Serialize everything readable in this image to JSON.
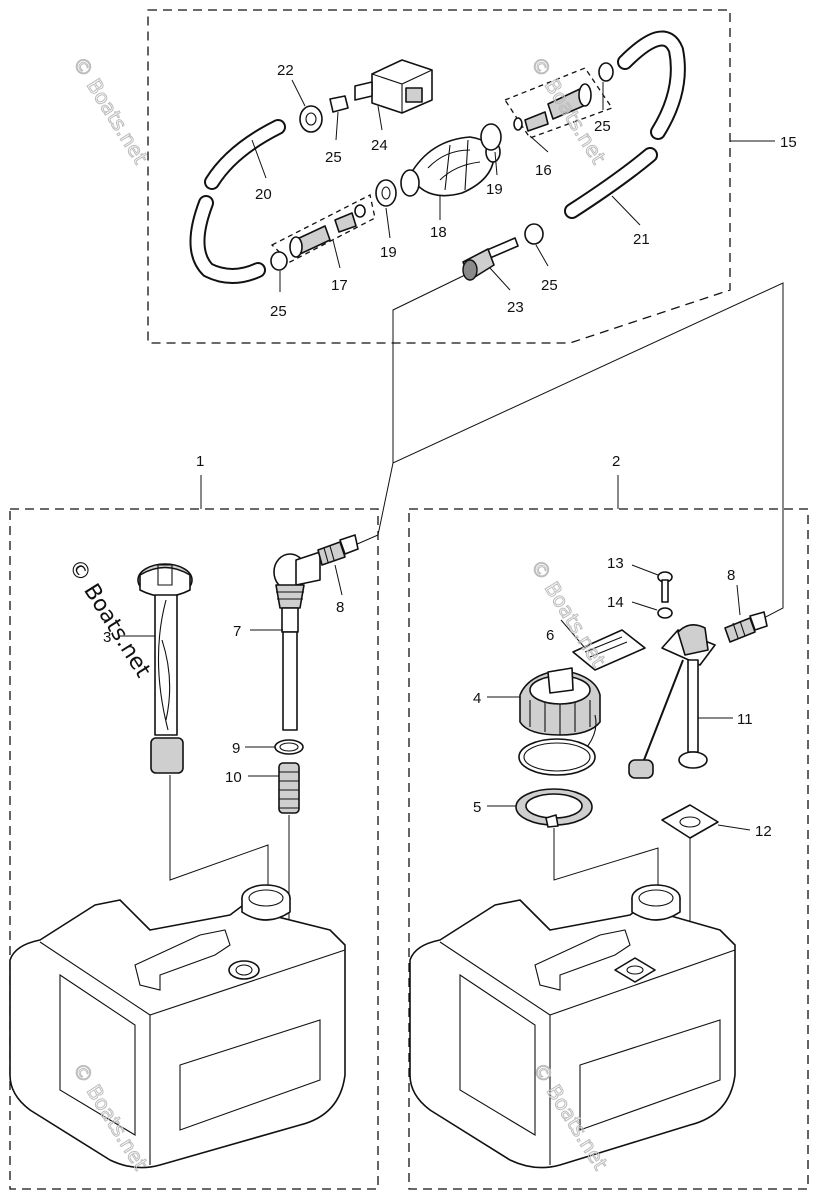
{
  "watermark": "© Boats.net",
  "callouts": {
    "c1": "1",
    "c2": "2",
    "c3": "3",
    "c4": "4",
    "c5": "5",
    "c6": "6",
    "c7": "7",
    "c8a": "8",
    "c8b": "8",
    "c9": "9",
    "c10": "10",
    "c11": "11",
    "c12": "12",
    "c13": "13",
    "c14": "14",
    "c15": "15",
    "c16": "16",
    "c17": "17",
    "c18": "18",
    "c19a": "19",
    "c19b": "19",
    "c20": "20",
    "c21": "21",
    "c22": "22",
    "c23": "23",
    "c24": "24",
    "c25a": "25",
    "c25b": "25",
    "c25c": "25",
    "c25d": "25"
  }
}
